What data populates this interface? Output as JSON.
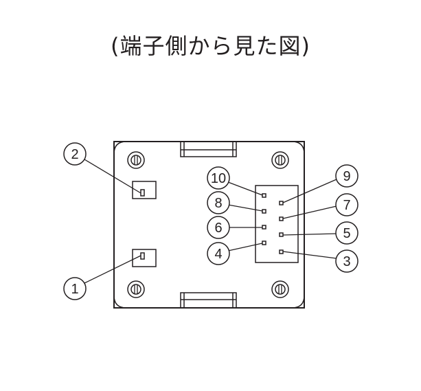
{
  "diagram": {
    "title": "(端子側から見た図)",
    "terminals": [
      {
        "id": "t1",
        "label": "1"
      },
      {
        "id": "t2",
        "label": "2"
      },
      {
        "id": "t3",
        "label": "3"
      },
      {
        "id": "t4",
        "label": "4"
      },
      {
        "id": "t5",
        "label": "5"
      },
      {
        "id": "t6",
        "label": "6"
      },
      {
        "id": "t7",
        "label": "7"
      },
      {
        "id": "t8",
        "label": "8"
      },
      {
        "id": "t9",
        "label": "9"
      },
      {
        "id": "t10",
        "label": "10"
      }
    ]
  },
  "colors": {
    "line": "#231f20",
    "background": "#ffffff"
  }
}
